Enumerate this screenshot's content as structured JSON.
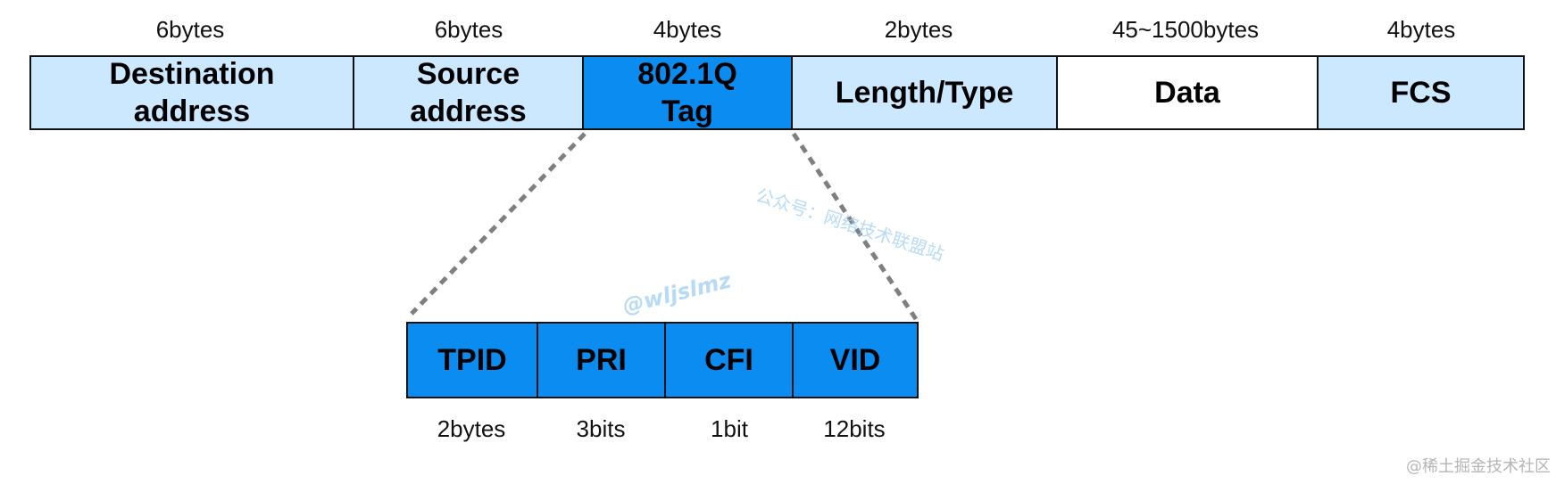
{
  "frame": {
    "fields": [
      {
        "name": "Destination\naddress",
        "size": "6bytes",
        "fill": "light"
      },
      {
        "name": "Source\naddress",
        "size": "6bytes",
        "fill": "light"
      },
      {
        "name": "802.1Q\nTag",
        "size": "4bytes",
        "fill": "blue"
      },
      {
        "name": "Length/Type",
        "size": "2bytes",
        "fill": "light"
      },
      {
        "name": "Data",
        "size": "45~1500bytes",
        "fill": "white"
      },
      {
        "name": "FCS",
        "size": "4bytes",
        "fill": "light"
      }
    ]
  },
  "tag": {
    "subfields": [
      {
        "name": "TPID",
        "size": "2bytes"
      },
      {
        "name": "PRI",
        "size": "3bits"
      },
      {
        "name": "CFI",
        "size": "1bit"
      },
      {
        "name": "VID",
        "size": "12bits"
      }
    ]
  },
  "colors": {
    "light_fill": "#cce8ff",
    "tag_fill": "#0a8cf0",
    "border": "#111111",
    "connector": "#7f7f7f",
    "watermark": "#9fd0f5"
  },
  "watermarks": {
    "wechat": "公众号：网络技术联盟站",
    "handle": "@wljslmz",
    "site": "@稀土掘金技术社区"
  }
}
